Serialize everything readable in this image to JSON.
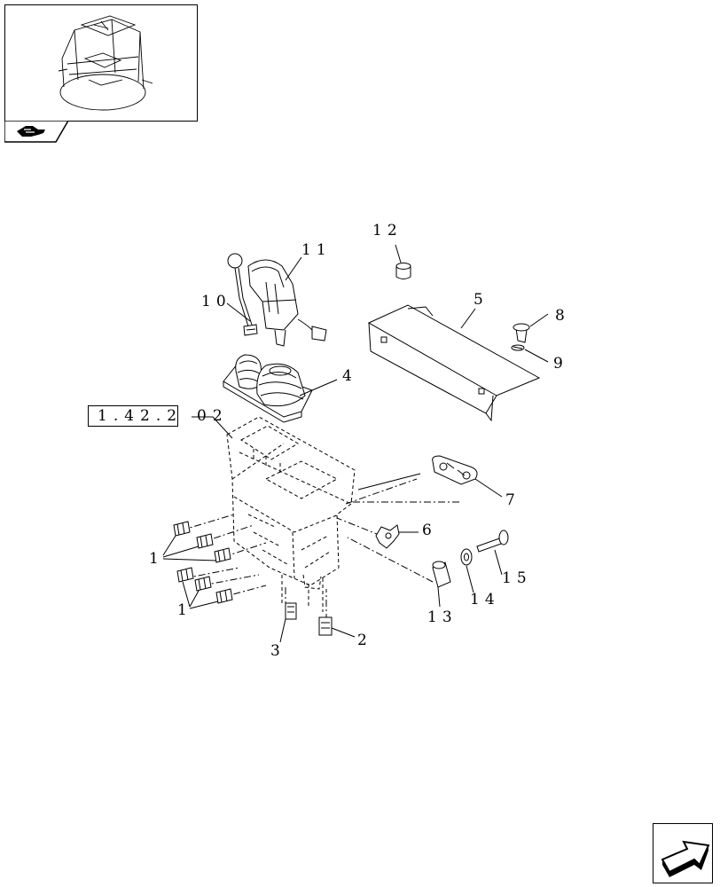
{
  "thumbnail": {
    "icon": "cab-assembly-thumbnail",
    "tab_icon": "hand-pointer-icon"
  },
  "reference": {
    "box_text": "1.42.2",
    "suffix_text": "02"
  },
  "callouts": {
    "c1a": "1",
    "c1b": "1",
    "c2": "2",
    "c3": "3",
    "c4": "4",
    "c5": "5",
    "c6": "6",
    "c7": "7",
    "c8": "8",
    "c9": "9",
    "c10": "10",
    "c11": "11",
    "c12": "12",
    "c13": "13",
    "c14": "14",
    "c15": "15"
  },
  "nav": {
    "icon": "next-page-arrow-icon"
  }
}
